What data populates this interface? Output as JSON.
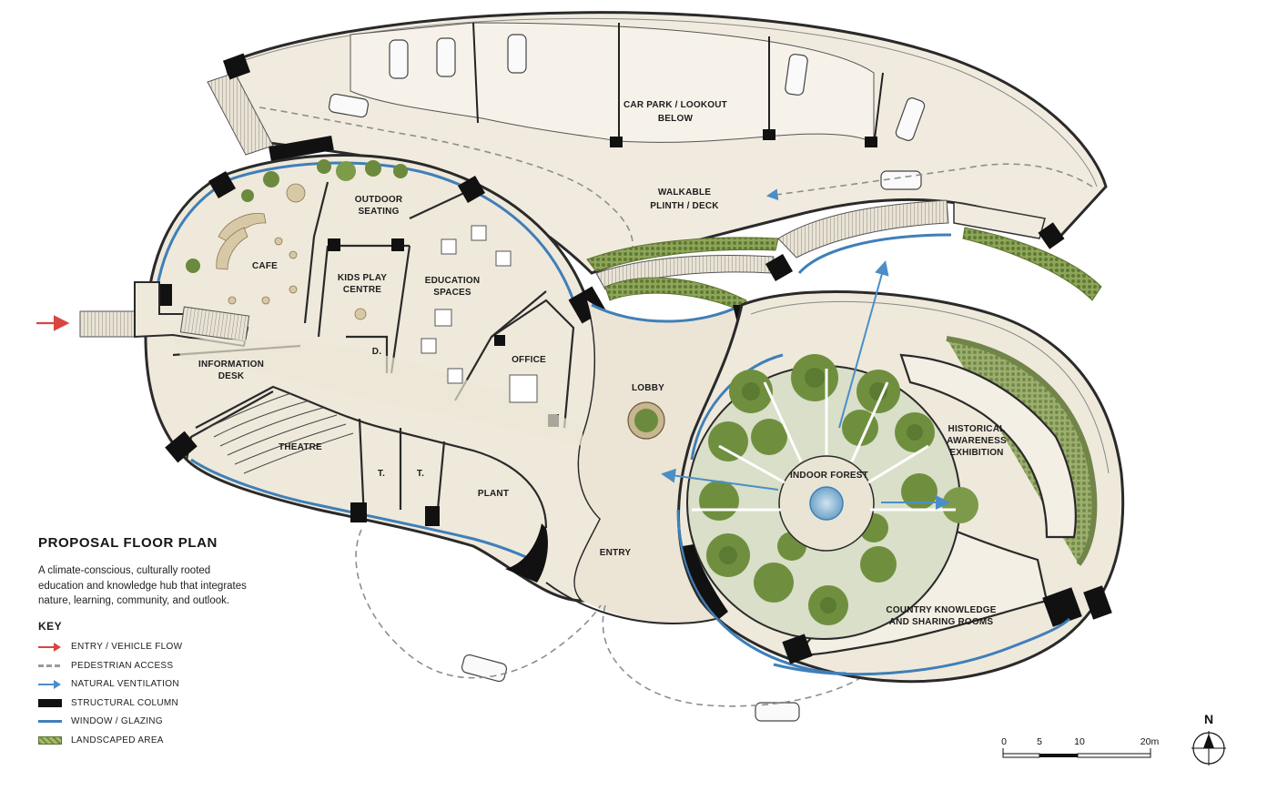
{
  "title": "PROPOSAL FLOOR PLAN",
  "description": "A climate-conscious, culturally rooted education and knowledge hub that integrates nature, learning, community, and outlook.",
  "key": {
    "heading": "KEY",
    "items": [
      {
        "label": "ENTRY / VEHICLE FLOW",
        "swatch": "arrow-red"
      },
      {
        "label": "PEDESTRIAN ACCESS",
        "swatch": "dash"
      },
      {
        "label": "NATURAL VENTILATION",
        "swatch": "arrow-blue"
      },
      {
        "label": "STRUCTURAL COLUMN",
        "swatch": "col"
      },
      {
        "label": "WINDOW / GLAZING",
        "swatch": "win"
      },
      {
        "label": "LANDSCAPED AREA",
        "swatch": "land"
      }
    ]
  },
  "rooms": {
    "car_park_1": "CAR PARK / LOOKOUT",
    "car_park_2": "BELOW",
    "walkable_1": "WALKABLE",
    "walkable_2": "PLINTH / DECK",
    "outdoor_1": "OUTDOOR",
    "outdoor_2": "SEATING",
    "cafe": "CAFE",
    "kids_1": "KIDS PLAY",
    "kids_2": "CENTRE",
    "education_1": "EDUCATION",
    "education_2": "SPACES",
    "office": "OFFICE",
    "info_1": "INFORMATION",
    "info_2": "DESK",
    "d": "D.",
    "theatre": "THEATRE",
    "t1": "T.",
    "t2": "T.",
    "plant": "PLANT",
    "lobby": "LOBBY",
    "entry": "ENTRY",
    "indoor_forest": "INDOOR FOREST",
    "history_1": "HISTORICAL",
    "history_2": "AWARENESS",
    "history_3": "EXHIBITION",
    "country_1": "COUNTRY KNOWLEDGE",
    "country_2": "AND SHARING ROOMS"
  },
  "scale": {
    "t0": "0",
    "t5": "5",
    "t10": "10",
    "t20": "20m"
  },
  "north": "N",
  "colors": {
    "floor": "#efe9dc",
    "wall": "#2a2a2a",
    "glazing": "#3f7fb8",
    "entry_arrow": "#d9463f",
    "vent_arrow": "#4b8ec7",
    "landscape": "#7d9a4a"
  }
}
